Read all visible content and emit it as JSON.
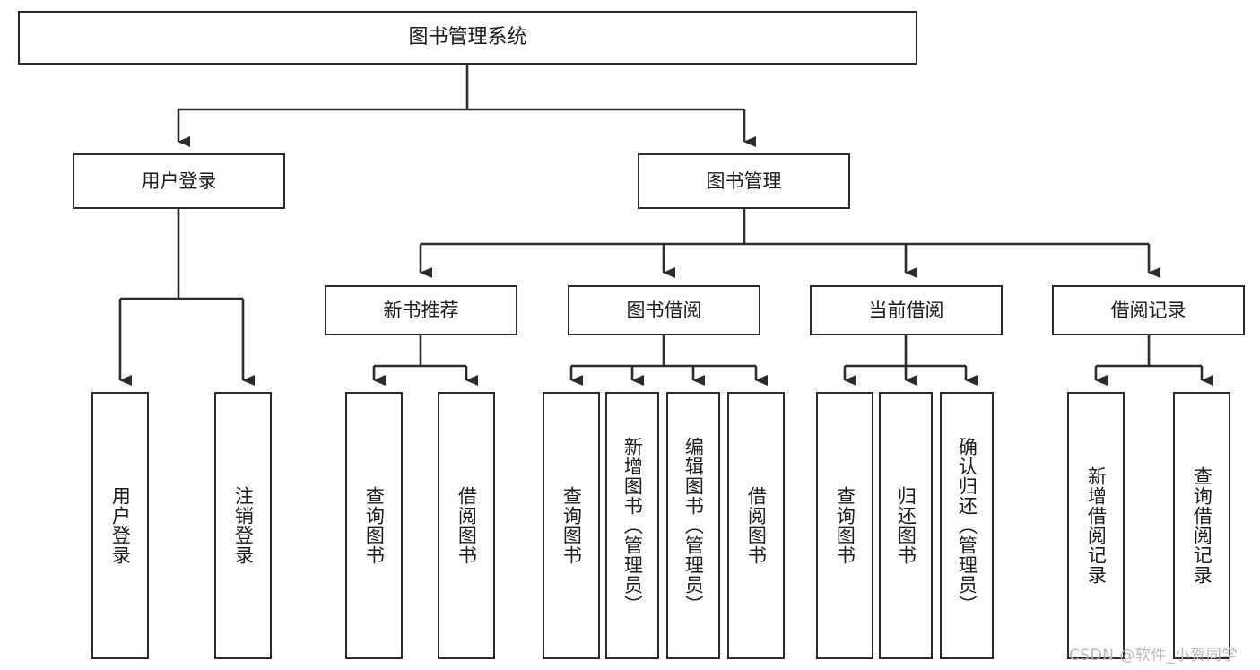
{
  "diagram": {
    "title": "图书管理系统",
    "type": "tree-hierarchy-chart",
    "colors": {
      "background": "#ffffff",
      "box_border": "#2b2b2b",
      "box_fill": "#ffffff",
      "text": "#1b1b1b",
      "connector": "#2b2b2b",
      "watermark": "#b9b9b9"
    },
    "nodes": {
      "root": {
        "label": "图书管理系统"
      },
      "level2": [
        {
          "label": "用户登录"
        },
        {
          "label": "图书管理"
        }
      ],
      "level3": [
        {
          "label": "新书推荐"
        },
        {
          "label": "图书借阅"
        },
        {
          "label": "当前借阅"
        },
        {
          "label": "借阅记录"
        }
      ],
      "leaves": {
        "user_login": [
          {
            "label": "用户登录"
          },
          {
            "label": "注销登录"
          }
        ],
        "new_book_recommend": [
          {
            "label": "查询图书"
          },
          {
            "label": "借阅图书"
          }
        ],
        "book_borrow": [
          {
            "label": "查询图书"
          },
          {
            "label": "新增图书（管理员）"
          },
          {
            "label": "编辑图书（管理员）"
          },
          {
            "label": "借阅图书"
          }
        ],
        "current_borrow": [
          {
            "label": "查询图书"
          },
          {
            "label": "归还图书"
          },
          {
            "label": "确认归还（管理员）"
          }
        ],
        "borrow_record": [
          {
            "label": "新增借阅记录"
          },
          {
            "label": "查询借阅记录"
          }
        ]
      }
    },
    "watermark": "CSDN @软件_小贺同学"
  }
}
